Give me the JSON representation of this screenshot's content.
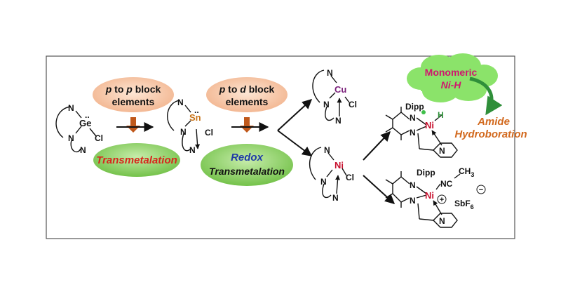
{
  "step1": {
    "oval_line1_italic": "p",
    "oval_line1_mid": " to ",
    "oval_line1_italic2": "p",
    "oval_line1_end": " block",
    "oval_line2": "elements",
    "result": "Transmetalation"
  },
  "step2": {
    "oval_line1_italic": "p",
    "oval_line1_mid": " to ",
    "oval_line1_italic2": "d",
    "oval_line1_end": " block",
    "oval_line2": "elements",
    "result_line1": "Redox",
    "result_line2": "Transmetalation"
  },
  "cloud": {
    "line1": "Monomeric",
    "line2": "Ni-H"
  },
  "outcome": {
    "line1": "Amide",
    "line2": "Hydroboration"
  },
  "atoms": {
    "N": "N",
    "Ge": "Ge",
    "Sn": "Sn",
    "Cu": "Cu",
    "Ni": "Ni",
    "Cl": "Cl",
    "H": "H",
    "Dipp": "Dipp",
    "NC": "NC",
    "CH3": "CH",
    "CH3_sub": "3",
    "SbF6": "SbF",
    "SbF6_sub": "6",
    "lone_pair": "..",
    "plus": "+",
    "minus": "−"
  },
  "colors": {
    "oval_peach": "#f6c7a8",
    "oval_green": "#8fd16b",
    "cloud_green": "#8be36a",
    "down_arrow": "#c0581a",
    "curve_arrow": "#2f8f3a",
    "h_dot": "#3fbf4a"
  }
}
